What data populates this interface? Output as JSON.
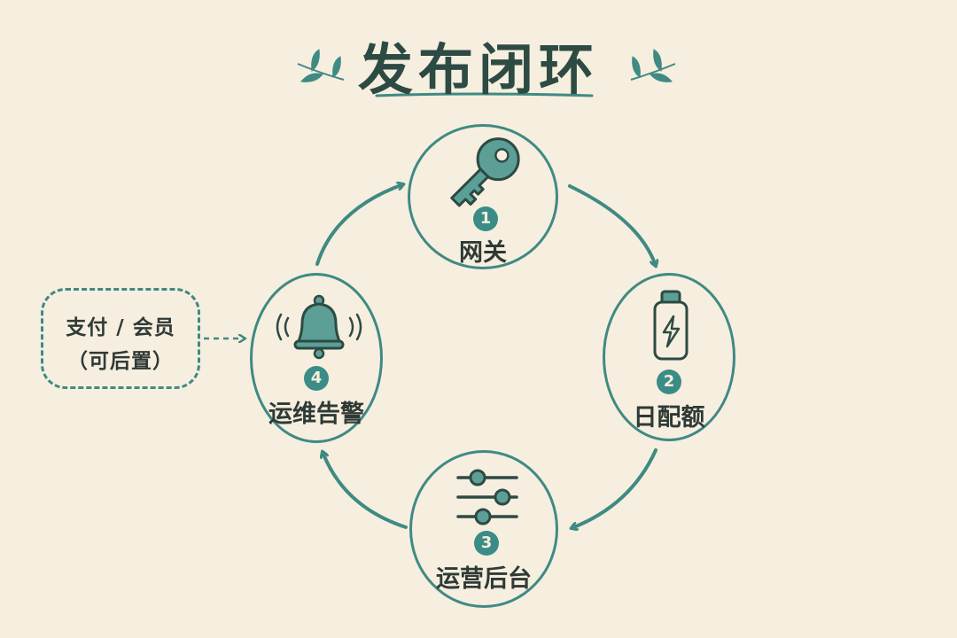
{
  "title": "发布闭环",
  "nodes": [
    {
      "number": "1",
      "label": "网关",
      "icon": "key-icon"
    },
    {
      "number": "2",
      "label": "日配额",
      "icon": "battery-icon"
    },
    {
      "number": "3",
      "label": "运营后台",
      "icon": "sliders-icon"
    },
    {
      "number": "4",
      "label": "运维告警",
      "icon": "bell-icon"
    }
  ],
  "side_note": {
    "line1": "支付 / 会员",
    "line2": "（可后置）"
  },
  "colors": {
    "background": "#f6eedf",
    "teal": "#3f8a83",
    "dark": "#2d4a43",
    "bell_fill": "#5c9f97"
  }
}
